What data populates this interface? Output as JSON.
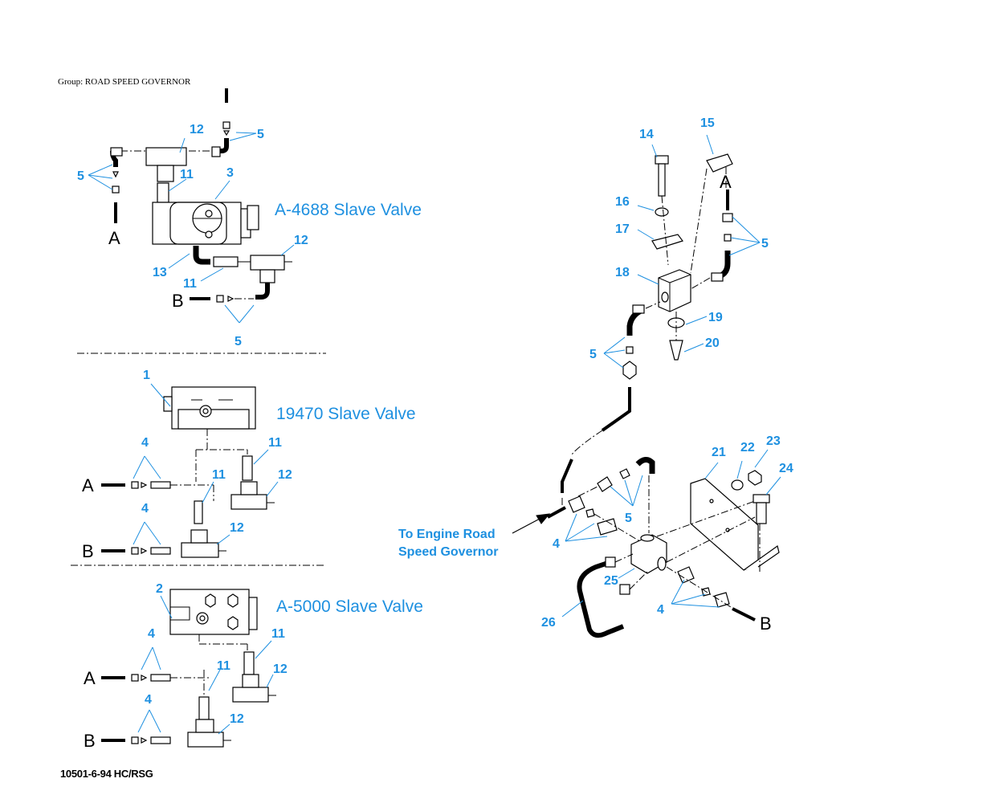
{
  "group_label": "Group: ROAD SPEED GOVERNOR",
  "figure_code": "10501-6-94 HC/RSG",
  "valve_titles": {
    "a4688": "A-4688 Slave Valve",
    "v19470": "19470 Slave Valve",
    "a5000": "A-5000 Slave Valve"
  },
  "engine_label": {
    "line1": "To Engine Road",
    "line2": "Speed Governor"
  },
  "line_labels": {
    "a": "A",
    "b": "B"
  },
  "callouts": {
    "c1": "1",
    "c2": "2",
    "c3": "3",
    "c4": "4",
    "c5": "5",
    "c11": "11",
    "c12": "12",
    "c13": "13",
    "c14": "14",
    "c15": "15",
    "c16": "16",
    "c17": "17",
    "c18": "18",
    "c19": "19",
    "c20": "20",
    "c21": "21",
    "c22": "22",
    "c23": "23",
    "c24": "24",
    "c25": "25",
    "c26": "26"
  },
  "colors": {
    "callout_blue": "#1e90e0",
    "line_black": "#000000"
  }
}
